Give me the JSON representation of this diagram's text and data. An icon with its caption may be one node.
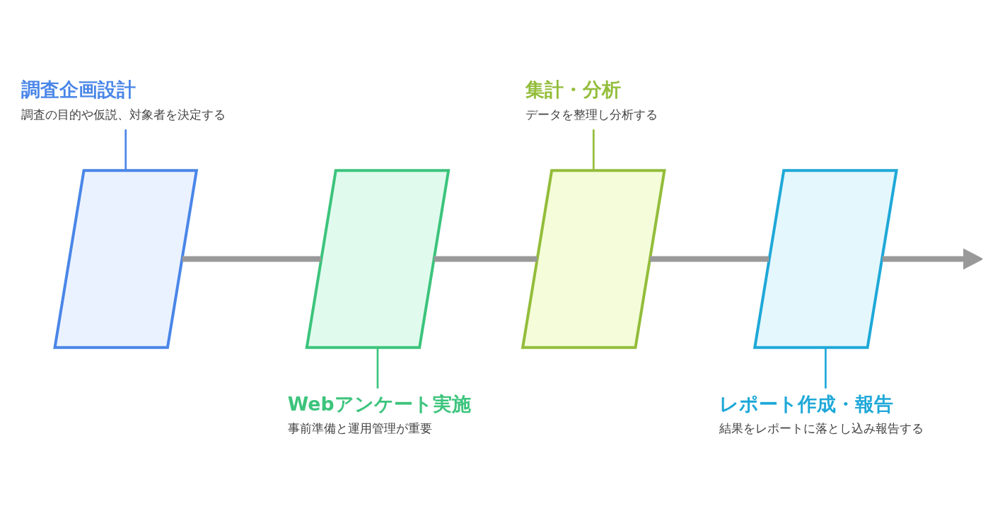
{
  "diagram": {
    "nodes": [
      {
        "text": [
          "調査企画設計",
          "調査の目的や仮説、対象者を決定する"
        ]
      },
      {
        "text": [
          "Webアンケート実施",
          "事前準備と運用管理が重要"
        ]
      },
      {
        "text": [
          "集計・分析",
          "データを整理し分析する"
        ]
      },
      {
        "text": [
          "レポート作成・報告",
          "結果をレポートに落とし込み報告する"
        ]
      },
      {
        "text": [],
        "shape": "parallelogram"
      },
      {
        "text": [],
        "shape": "parallelogram"
      },
      {
        "text": [],
        "shape": "parallelogram"
      },
      {
        "text": [],
        "shape": "parallelogram"
      }
    ],
    "edges": [
      {
        "from": 0,
        "to": 4,
        "arrow": "none",
        "color": "#4a86e8"
      },
      {
        "from": 5,
        "to": 1,
        "arrow": "none",
        "color": "#3cc47c"
      },
      {
        "from": 2,
        "to": 6,
        "arrow": "none",
        "color": "#93bd3a"
      },
      {
        "from": 7,
        "to": 3,
        "arrow": "none",
        "color": "#1ea8d8"
      },
      {
        "from": 4,
        "to": 5,
        "arrow": "none",
        "style": "thick",
        "color": "#999999"
      },
      {
        "from": 5,
        "to": 6,
        "arrow": "none",
        "style": "thick",
        "color": "#999999"
      },
      {
        "from": 6,
        "to": 7,
        "arrow": "none",
        "style": "thick",
        "color": "#999999"
      },
      {
        "from": 7,
        "to": null,
        "arrow": "to",
        "style": "thick",
        "color": "#999999"
      }
    ]
  }
}
